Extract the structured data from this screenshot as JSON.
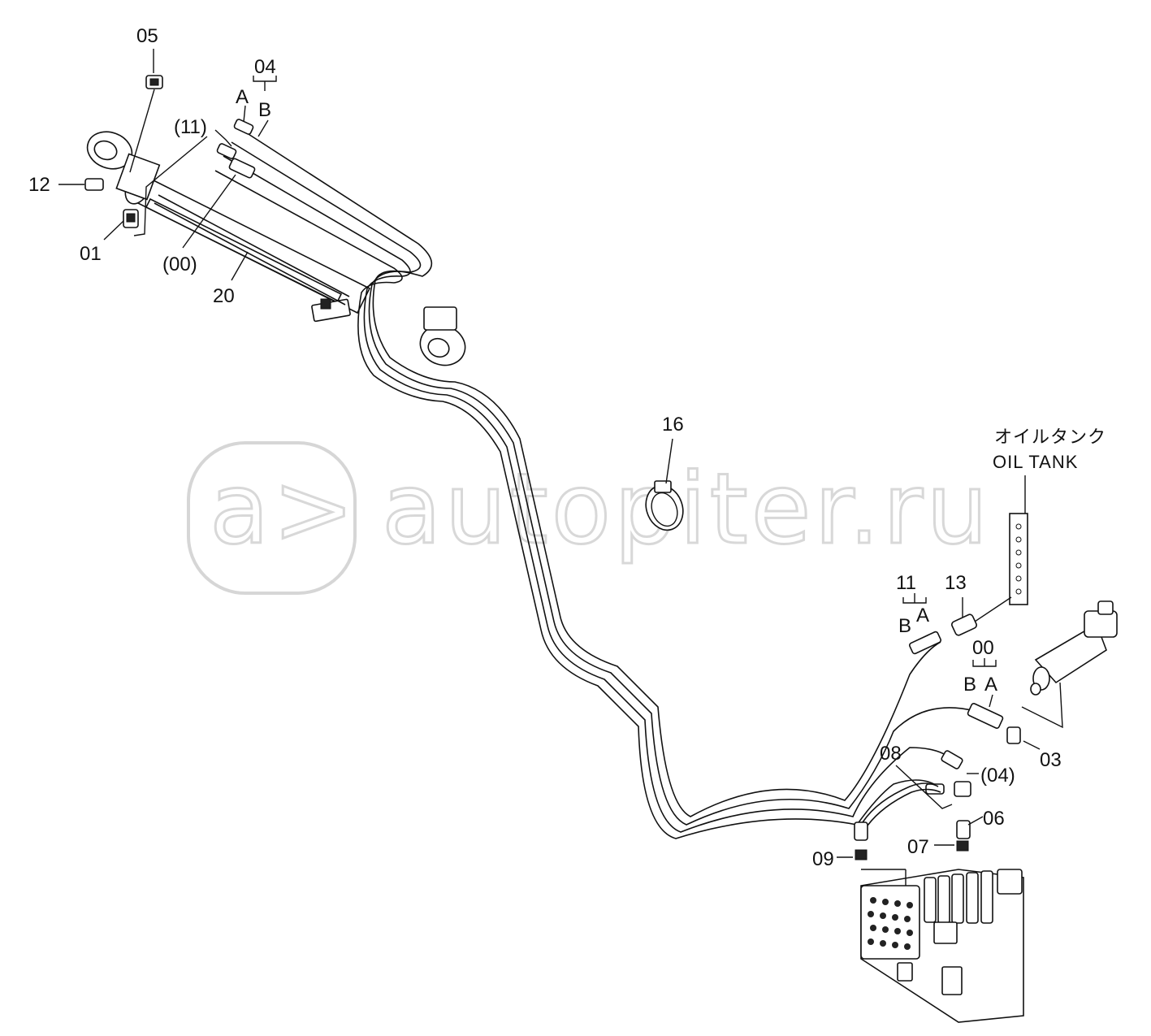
{
  "watermark": {
    "text": "autopiter.ru",
    "logo_glyph": "a>"
  },
  "tank": {
    "label_jp": "オイルタンク",
    "label_en": "OIL TANK"
  },
  "callouts": {
    "c05": "05",
    "c04": "04",
    "c04_a": "A",
    "c04_b": "B",
    "c11p": "(11)",
    "c12": "12",
    "c01": "01",
    "c00p": "(00)",
    "c20": "20",
    "c16": "16",
    "c11": "11",
    "c11_b": "B",
    "c11_a": "A",
    "c13": "13",
    "c00": "00",
    "c00_b": "B",
    "c00_a": "A",
    "c03": "03",
    "c08": "08",
    "c04p": "(04)",
    "c06": "06",
    "c07": "07",
    "c09": "09"
  }
}
